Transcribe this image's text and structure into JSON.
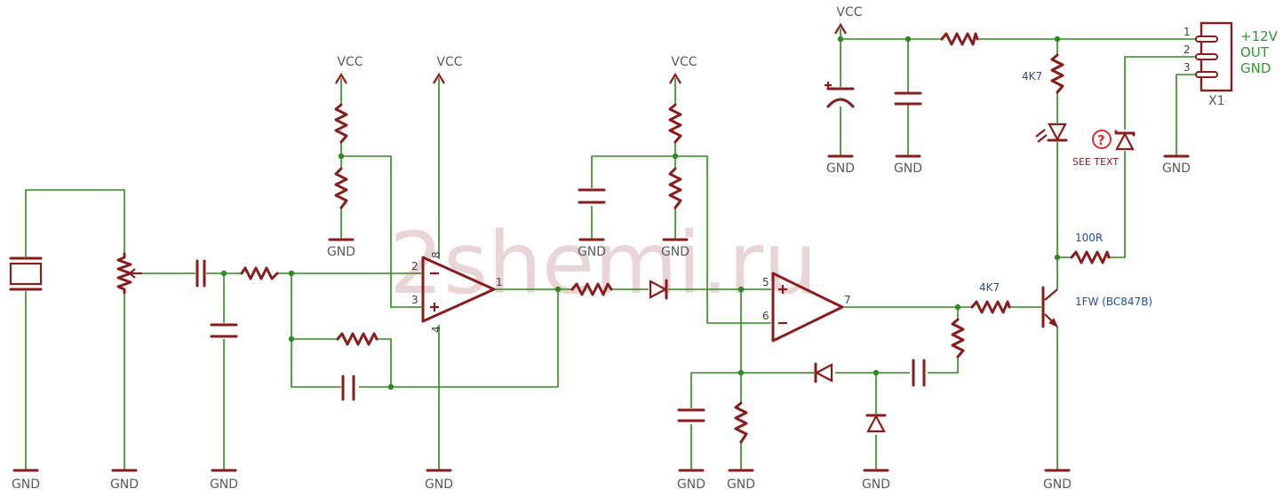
{
  "watermark": "2shemi.ru",
  "labels": {
    "vcc": "VCC",
    "gnd": "GND",
    "connector_name": "X1",
    "connector_pins": [
      "1",
      "2",
      "3"
    ],
    "connector_signals": [
      "+12V",
      "OUT",
      "GND"
    ],
    "r_led": "4K7",
    "r_base": "4K7",
    "r_out": "100R",
    "transistor": "1FW (BC847B)",
    "see_text": "SEE TEXT",
    "question": "?",
    "op1_pins": {
      "p2": "2",
      "p3": "3",
      "p1": "1",
      "p8": "8",
      "p4": "4"
    },
    "op2_pins": {
      "p5": "5",
      "p6": "6",
      "p7": "7"
    },
    "plus": "+",
    "minus": "−"
  },
  "colors": {
    "wire": "#2e8b1f",
    "component": "#8b1c1c",
    "label": "#5a5a5a",
    "value_label": "#1f4fa8",
    "connector_text": "#2a9a2a"
  }
}
